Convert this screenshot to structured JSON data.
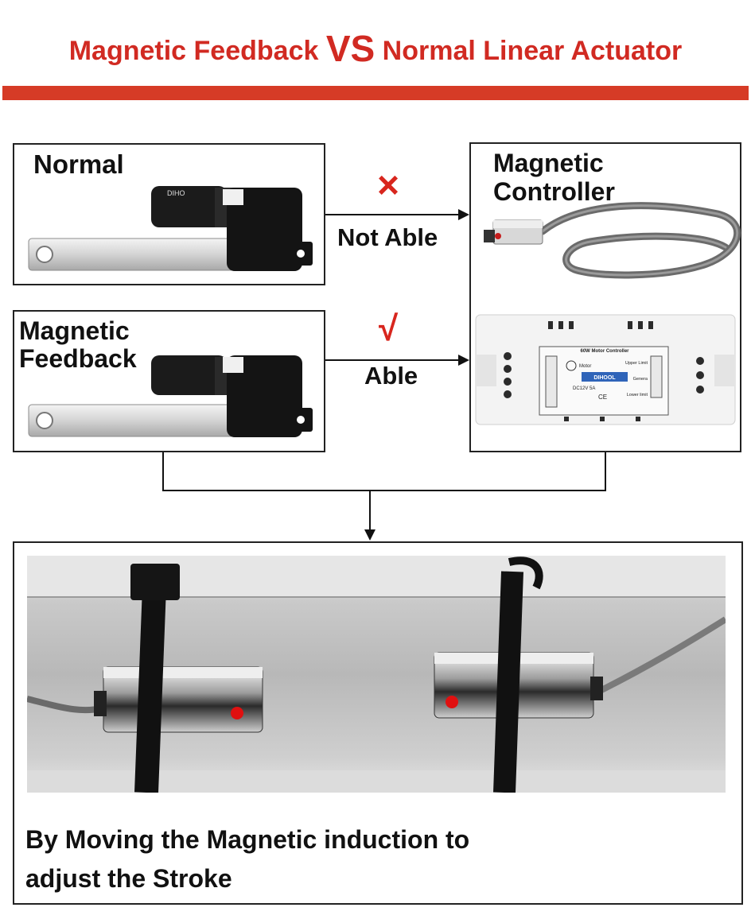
{
  "title": {
    "part1": "Magnetic Feedback ",
    "vs": "VS",
    "part2": " Normal Linear Actuator"
  },
  "colors": {
    "accent_red": "#d12a22",
    "bar_red": "#d63b26"
  },
  "normal_box": {
    "label": "Normal"
  },
  "feedback_box": {
    "label_line1": "Magnetic",
    "label_line2": "Feedback"
  },
  "controller_box": {
    "label_line1": "Magnetic",
    "label_line2": "Controller"
  },
  "links": {
    "normal": {
      "icon": "cross-icon",
      "symbol": "×",
      "text": "Not Able"
    },
    "feedback": {
      "icon": "check-icon",
      "symbol": "√",
      "text": "Able"
    }
  },
  "controller_panel": {
    "header": "60W Motor Controller",
    "motor": "Motor",
    "brand": "DIHOOL",
    "upper": "Upper Limit",
    "general": "Genera",
    "lower": "Lower limit",
    "power": "DC12V 5A",
    "ce": "CE"
  },
  "actuator_brand": "DIHO",
  "bottom": {
    "caption_line1": "By Moving the Magnetic induction to",
    "caption_line2": "adjust the Stroke"
  }
}
